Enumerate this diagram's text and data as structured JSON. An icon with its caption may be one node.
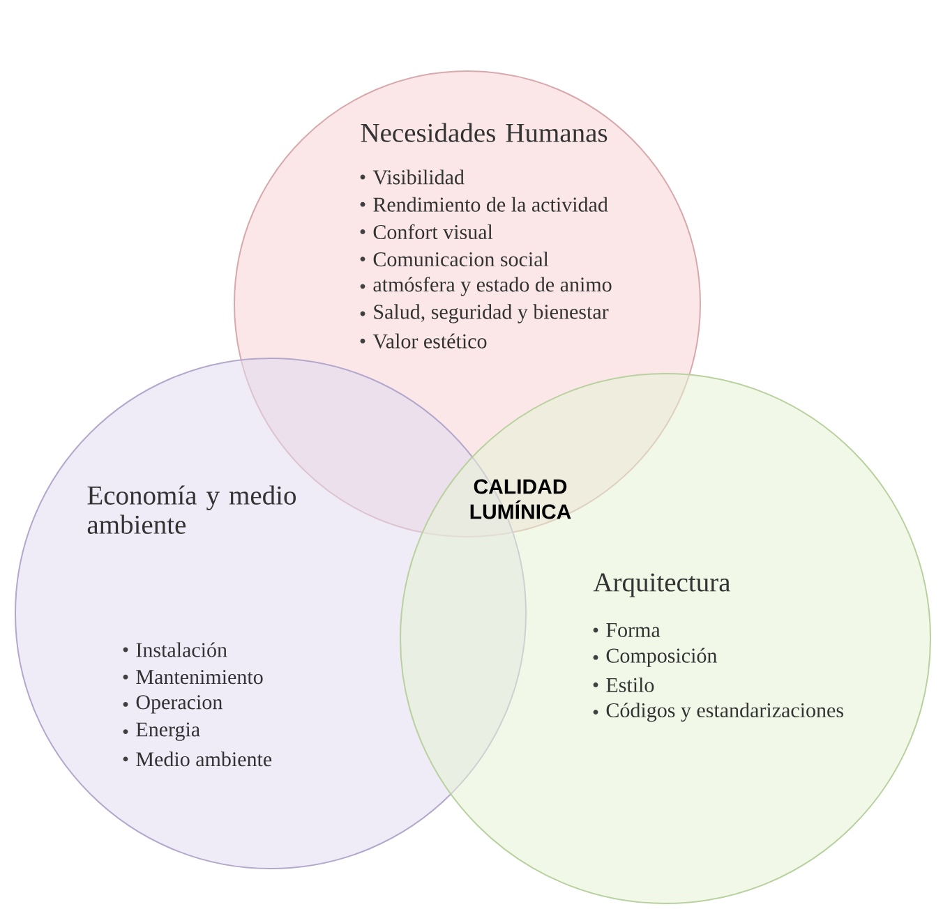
{
  "diagram": {
    "nodes": [
      {
        "text": [
          "Necesidades Humanas",
          "Visibilidad",
          "Rendimiento de la actividad",
          "Confort visual",
          "Comunicacion social",
          "atmósfera y estado de animo",
          "Salud, seguridad y bienestar",
          "Valor estético"
        ]
      },
      {
        "text": [
          "Economía y medio ambiente",
          "Instalación",
          "Mantenimiento",
          "Operacion",
          "Energia",
          "Medio ambiente"
        ]
      },
      {
        "text": [
          "Arquitectura",
          "Forma",
          "Composición",
          "Estilo",
          "Códigos y estandarizaciones"
        ]
      }
    ],
    "labels": [
      "CALIDAD LUMÍNICA"
    ]
  }
}
